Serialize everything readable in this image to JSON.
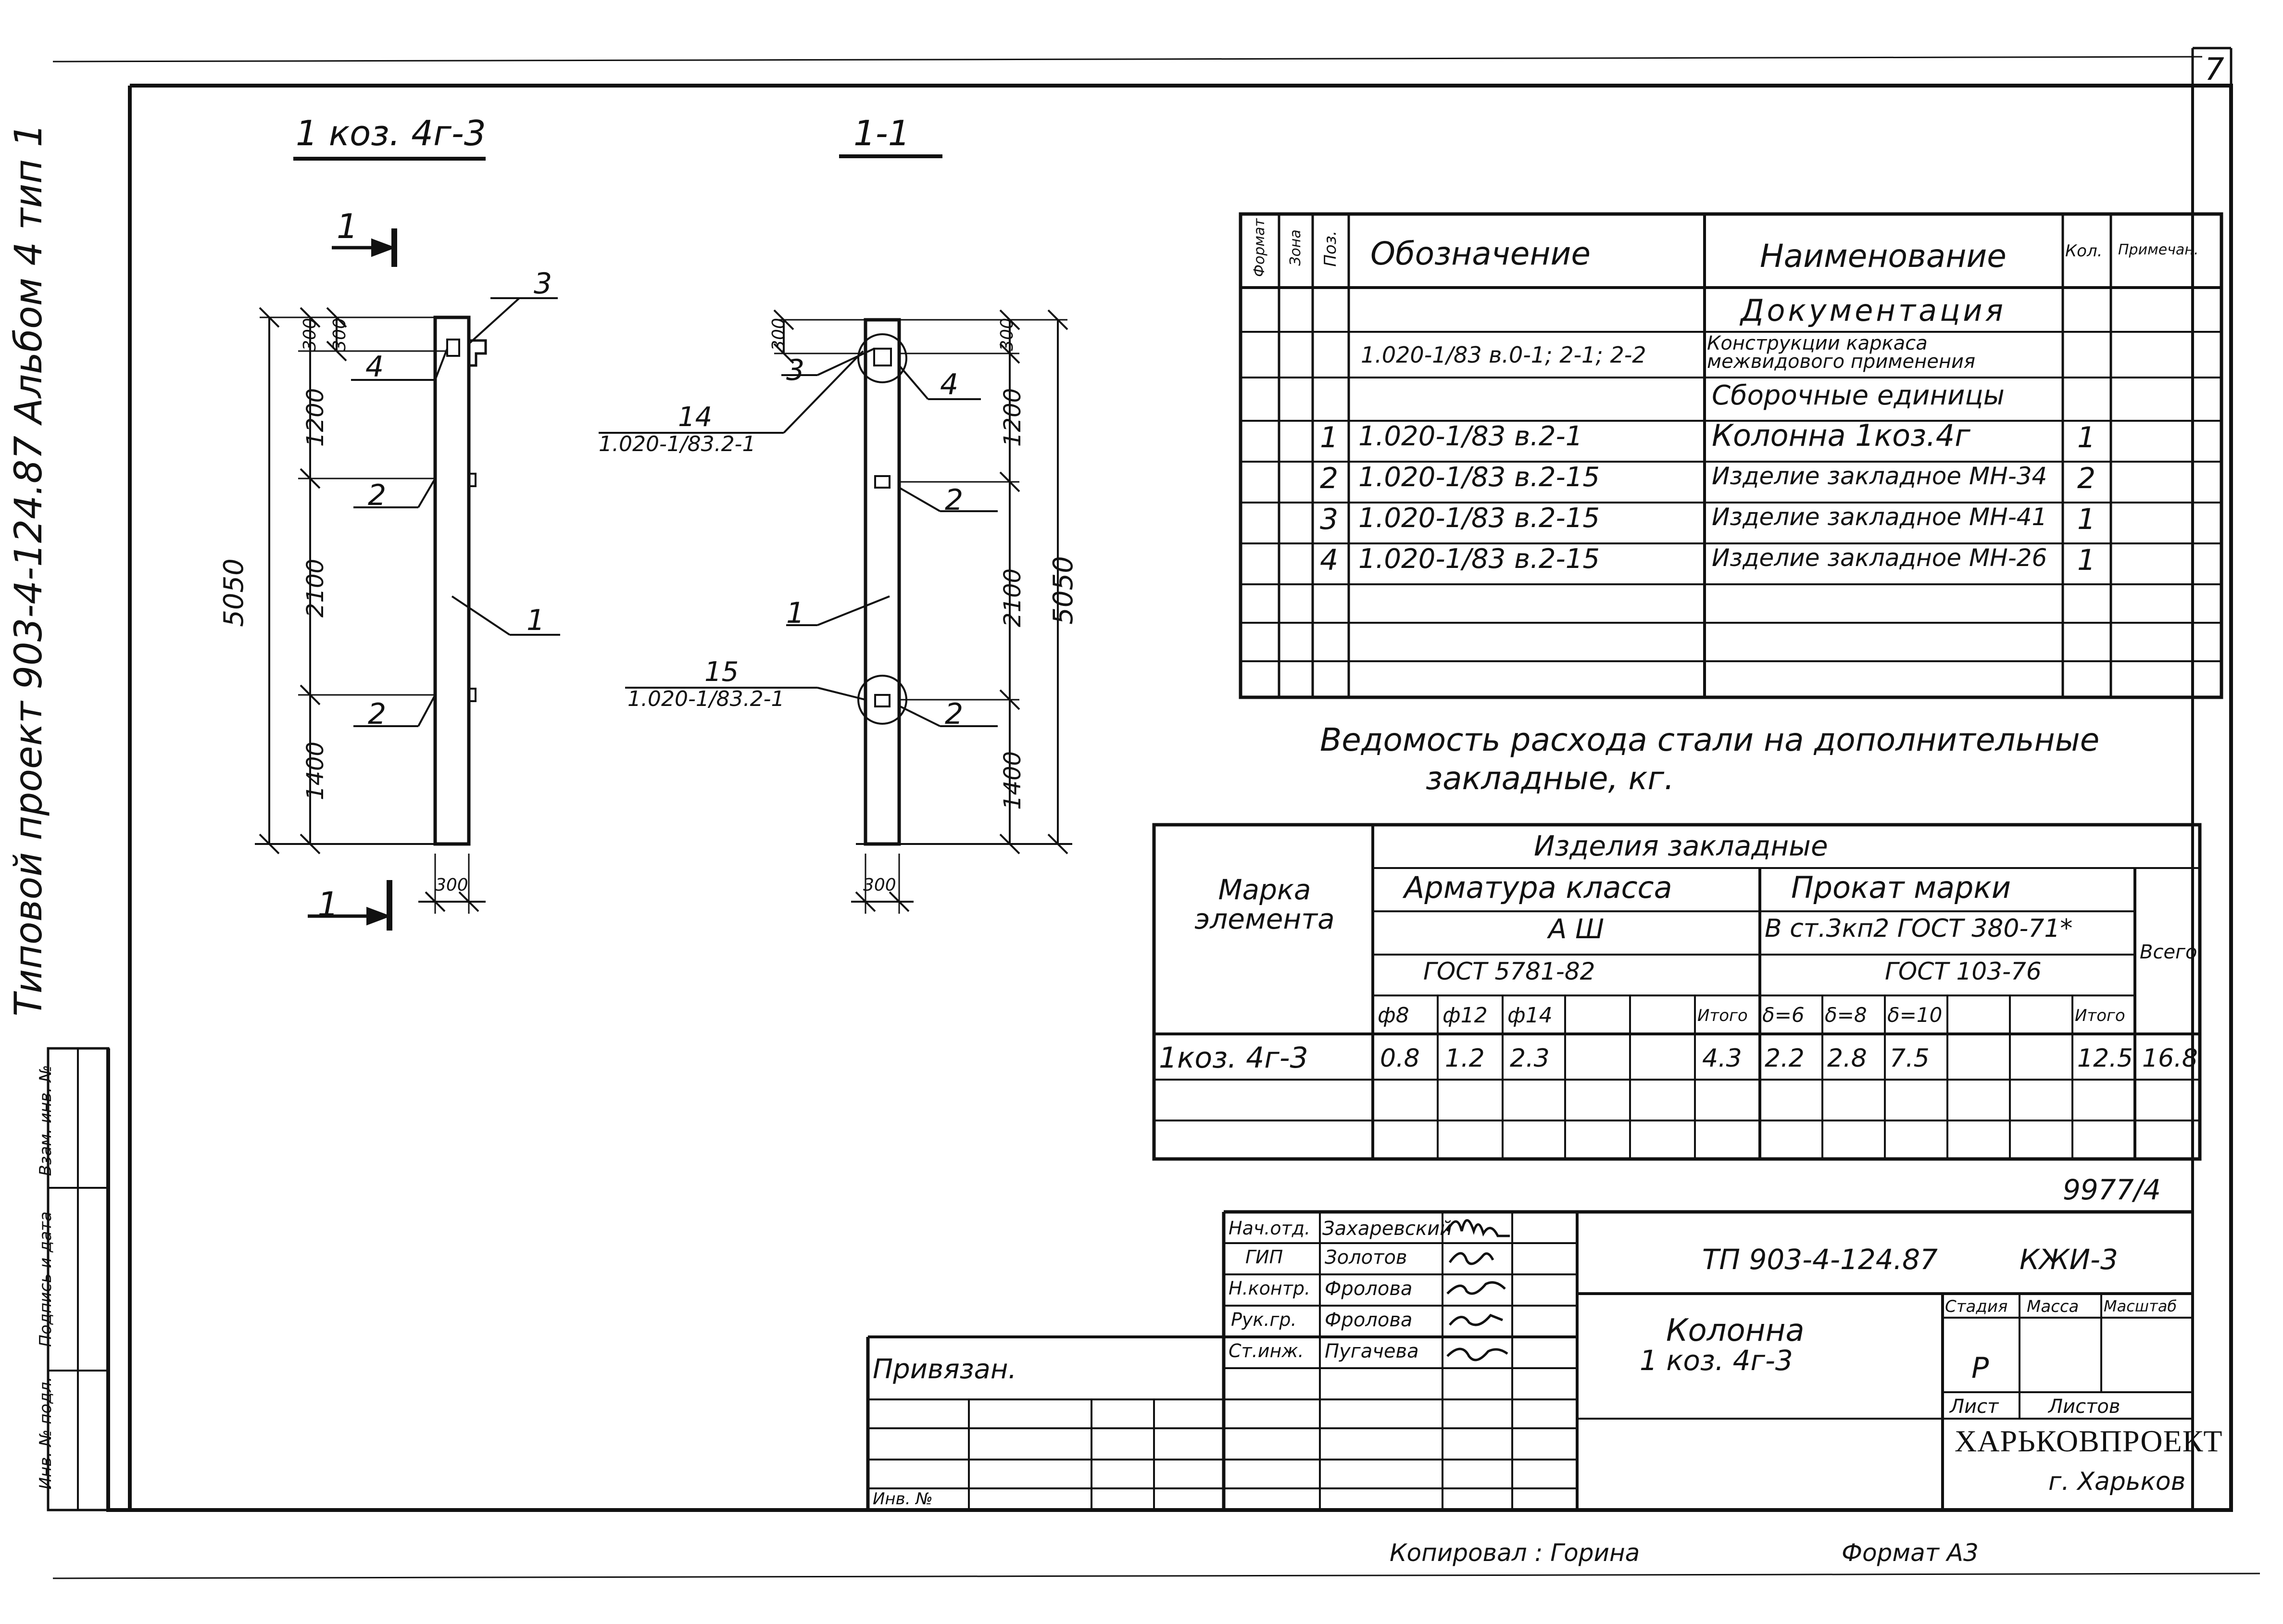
{
  "sheet": {
    "page_number": "7",
    "side_title": "Типовой проект  903-4-124.87   Альбом 4  тип 1",
    "copied_by": "Копировал : Горина",
    "format": "Формат  А3",
    "sheet_code": "9977/4"
  },
  "side_stamp": {
    "inv_orig": "Инв. № подл.",
    "sign_date": "Подпись и дата",
    "replace_inv": "Взам. инв. №"
  },
  "drawing_left": {
    "title": "1 коз. 4г-3",
    "section_mark": "1",
    "dims": [
      "5050",
      "300",
      "300",
      "1200",
      "2100",
      "1400",
      "300"
    ],
    "callouts": [
      "3",
      "4",
      "2",
      "1",
      "2"
    ]
  },
  "drawing_section": {
    "title": "1-1",
    "dims": [
      "300",
      "300",
      "1200",
      "2100",
      "5050",
      "1400",
      "300"
    ],
    "callouts": [
      "3",
      "4",
      "2",
      "1",
      "2"
    ],
    "node_top": {
      "num": "14",
      "ref": "1.020-1/83.2-1"
    },
    "node_bottom": {
      "num": "15",
      "ref": "1.020-1/83.2-1"
    }
  },
  "spec_table": {
    "headers": {
      "format": "Формат",
      "zone": "Зона",
      "pos": "Поз.",
      "designation": "Обозначение",
      "name": "Наименование",
      "qty": "Кол.",
      "note": "Примечан."
    },
    "rows": [
      {
        "pos": "",
        "designation": "",
        "name": "Документация",
        "qty": ""
      },
      {
        "pos": "",
        "designation": "1.020-1/83 в.0-1; 2-1; 2-2",
        "name": "Конструкции каркаса межвидового применения",
        "qty": ""
      },
      {
        "pos": "",
        "designation": "",
        "name": "Сборочные единицы",
        "qty": ""
      },
      {
        "pos": "1",
        "designation": "1.020-1/83 в.2-1",
        "name": "Колонна 1коз.4г",
        "qty": "1"
      },
      {
        "pos": "2",
        "designation": "1.020-1/83  в.2-15",
        "name": "Изделие закладное МН-34",
        "qty": "2"
      },
      {
        "pos": "3",
        "designation": "1.020-1/83  в.2-15",
        "name": "Изделие закладное МН-41",
        "qty": "1"
      },
      {
        "pos": "4",
        "designation": "1.020-1/83 в.2-15",
        "name": "Изделие закладное МН-26",
        "qty": "1"
      }
    ]
  },
  "steel": {
    "caption_1": "Ведомость расхода стали на дополнительные",
    "caption_2": "закладные, кг.",
    "h_mark": "Марка элемента",
    "h_items": "Изделия закладные",
    "h_rebar": "Арматура класса",
    "h_rebar_class": "А Ш",
    "h_rebar_gost": "ГОСТ 5781-82",
    "h_roll": "Прокат марки",
    "h_roll_grade": "В ст.3кп2 ГОСТ 380-71*",
    "h_roll_gost": "ГОСТ 103-76",
    "h_total": "Всего",
    "sub_rebar": [
      "ф8",
      "ф12",
      "ф14",
      "",
      "",
      "Итого"
    ],
    "sub_roll": [
      "δ=6",
      "δ=8",
      "δ=10",
      "",
      "",
      "Итого"
    ],
    "row": {
      "mark": "1коз. 4г-3",
      "rebar": [
        "0.8",
        "1.2",
        "2.3",
        "",
        "",
        "4.3"
      ],
      "roll": [
        "2.2",
        "2.8",
        "7.5",
        "",
        "",
        "12.5"
      ],
      "total": "16.8"
    }
  },
  "title_block": {
    "tied": "Привязан.",
    "inv": "Инв. №",
    "project": "ТП  903-4-124.87",
    "code": "КЖИ-3",
    "staff": [
      {
        "role": "Нач.отд.",
        "name": "Захаревский"
      },
      {
        "role": "ГИП",
        "name": "Золотов"
      },
      {
        "role": "Н.контр.",
        "name": "Фролова"
      },
      {
        "role": "Рук.гр.",
        "name": "Фролова"
      },
      {
        "role": "Ст.инж.",
        "name": "Пугачева"
      }
    ],
    "object_name": "Колонна",
    "object_mark": "1 коз. 4г-3",
    "stage_h": "Стадия",
    "mass_h": "Масса",
    "scale_h": "Масштаб",
    "stage": "Р",
    "sheet_h": "Лист",
    "sheets_h": "Листов",
    "org": "ХАРЬКОВПРОЕКТ",
    "city": "г. Харьков"
  }
}
